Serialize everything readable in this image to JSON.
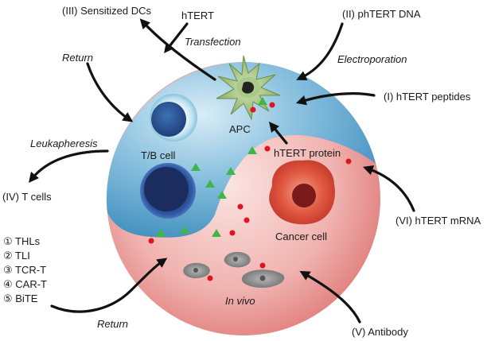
{
  "labels": {
    "sensitized_dcs": "(III) Sensitized DCs",
    "htert": "hTERT",
    "transfection": "Transfection",
    "phtert_dna": "(II) phTERT DNA",
    "electroporation": "Electroporation",
    "return_top": "Return",
    "htert_peptides": "(I) hTERT peptides",
    "apc": "APC",
    "leukapheresis": "Leukapheresis",
    "tb_cell": "T/B cell",
    "htert_protein": "hTERT protein",
    "t_cells": "(IV) T cells",
    "htert_mrna": "(VI) hTERT mRNA",
    "cancer_cell": "Cancer cell",
    "in_vivo": "In vivo",
    "return_bottom": "Return",
    "antibody": "(V) Antibody"
  },
  "therapies": [
    "① THLs",
    "② TLI",
    "③ TCR-T",
    "④ CAR-T",
    "⑤ BiTE"
  ],
  "colors": {
    "blue_region": "#5fa8cf",
    "red_region": "#e6908f",
    "apc_green": "#8fb56a",
    "cancer_red": "#d94a3a",
    "nucleus_dark": "#1e2f66",
    "marker_red": "#e0141e",
    "marker_green": "#3fb64a"
  }
}
